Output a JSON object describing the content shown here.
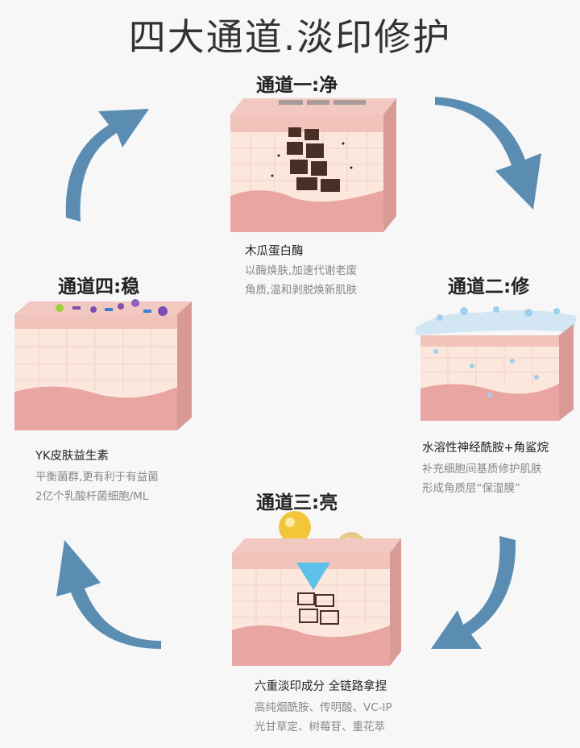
{
  "title": "四大通道.淡印修护",
  "channels": [
    {
      "title": "通道一:净",
      "ingredient": "木瓜蛋白酶",
      "desc": [
        "以酶焕肤,加速代谢老废",
        "角质,温和剥脱焕新肌肤"
      ]
    },
    {
      "title": "通道二:修",
      "ingredient": "水溶性神经酰胺+角鲨烷",
      "desc": [
        "补充细胞间基质修护肌肤",
        "形成角质层“保湿膜”"
      ]
    },
    {
      "title": "通道三:亮",
      "ingredient": "六重淡印成分 全链路拿捏",
      "desc": [
        "高纯烟酰胺、传明酸、VC-IP",
        "光甘草定、树莓苷、重花萃"
      ]
    },
    {
      "title": "通道四:稳",
      "ingredient": "YK皮肤益生素",
      "desc": [
        "平衡菌群,更有利于有益菌",
        "2亿个乳酸杆菌细胞/ML"
      ]
    }
  ],
  "colors": {
    "arrow": "#5b8db3",
    "skin_top": "#f0c4bb",
    "skin_mid": "#fbe7dc",
    "skin_deep": "#e9a5a1",
    "pigment": "#4a2f27"
  }
}
